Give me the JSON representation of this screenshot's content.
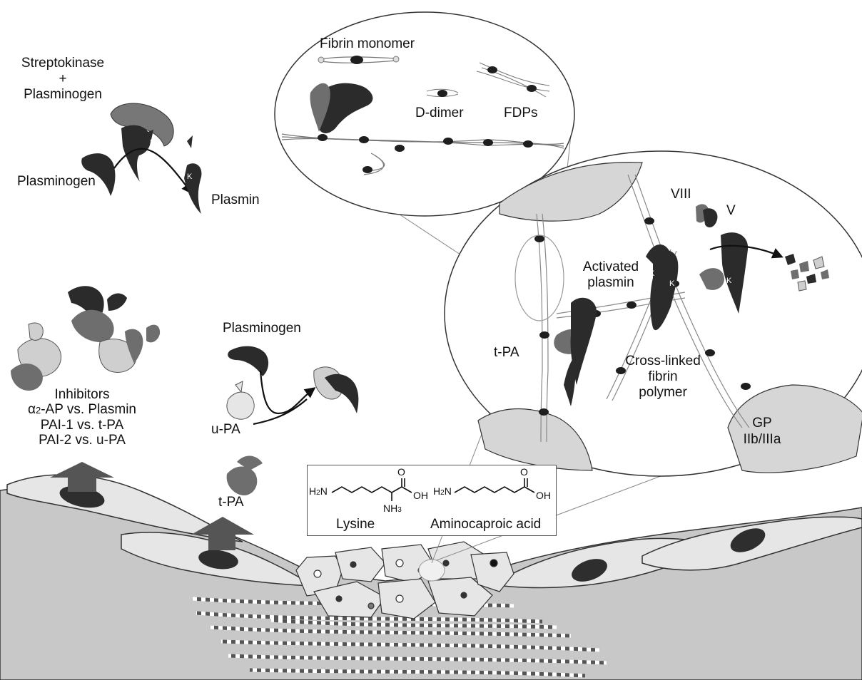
{
  "labels": {
    "fibrin_monomer": "Fibrin monomer",
    "d_dimer_prefix": "D",
    "d_dimer_suffix": "-dimer",
    "fdps": "FDPs",
    "streptokinase": "Streptokinase",
    "plus": "+",
    "plasminogen_complex": "Plasminogen",
    "plasminogen_left": "Plasminogen",
    "plasmin": "Plasmin",
    "plasminogen_mid": "Plasminogen",
    "upa": "u-PA",
    "tpa_bottom": "t-PA",
    "tpa_circle": "t-PA",
    "viii": "VIII",
    "v": "V",
    "activated_plasmin_1": "Activated",
    "activated_plasmin_2": "plasmin",
    "crosslinked_1": "Cross-linked",
    "crosslinked_2": "fibrin",
    "crosslinked_3": "polymer",
    "gp_1": "GP",
    "gp_2": "IIb/IIIa",
    "kringle": "K"
  },
  "inhibitors": {
    "title": "Inhibitors",
    "alpha_symbol": "α",
    "alpha_sub": "2",
    "alpha_rest": "-AP vs. Plasmin",
    "pai1": "PAI-1 vs. t-PA",
    "pai2": "PAI-2 vs. u-PA"
  },
  "chem": {
    "lysine": {
      "name": "Lysine",
      "amine": "H",
      "amine_sub": "2",
      "amine_n": "N",
      "nh3": "NH",
      "nh3_sub": "3",
      "o": "O",
      "oh": "OH"
    },
    "aminocaproic": {
      "name": "Aminocaproic acid",
      "amine": "H",
      "amine_sub": "2",
      "amine_n": "N",
      "o": "O",
      "oh": "OH"
    }
  },
  "colors": {
    "background": "#ffffff",
    "tissue": "#c8c8c8",
    "endothelium": "#e6e6e6",
    "nucleus": "#2e2e2e",
    "enzyme_dark": "#2b2b2b",
    "enzyme_mid": "#6e6e6e",
    "enzyme_light": "#cfcfcf",
    "platelet": "#d6d6d6",
    "fibrin_node": "#1e1e1e",
    "arrow": "#555555"
  }
}
